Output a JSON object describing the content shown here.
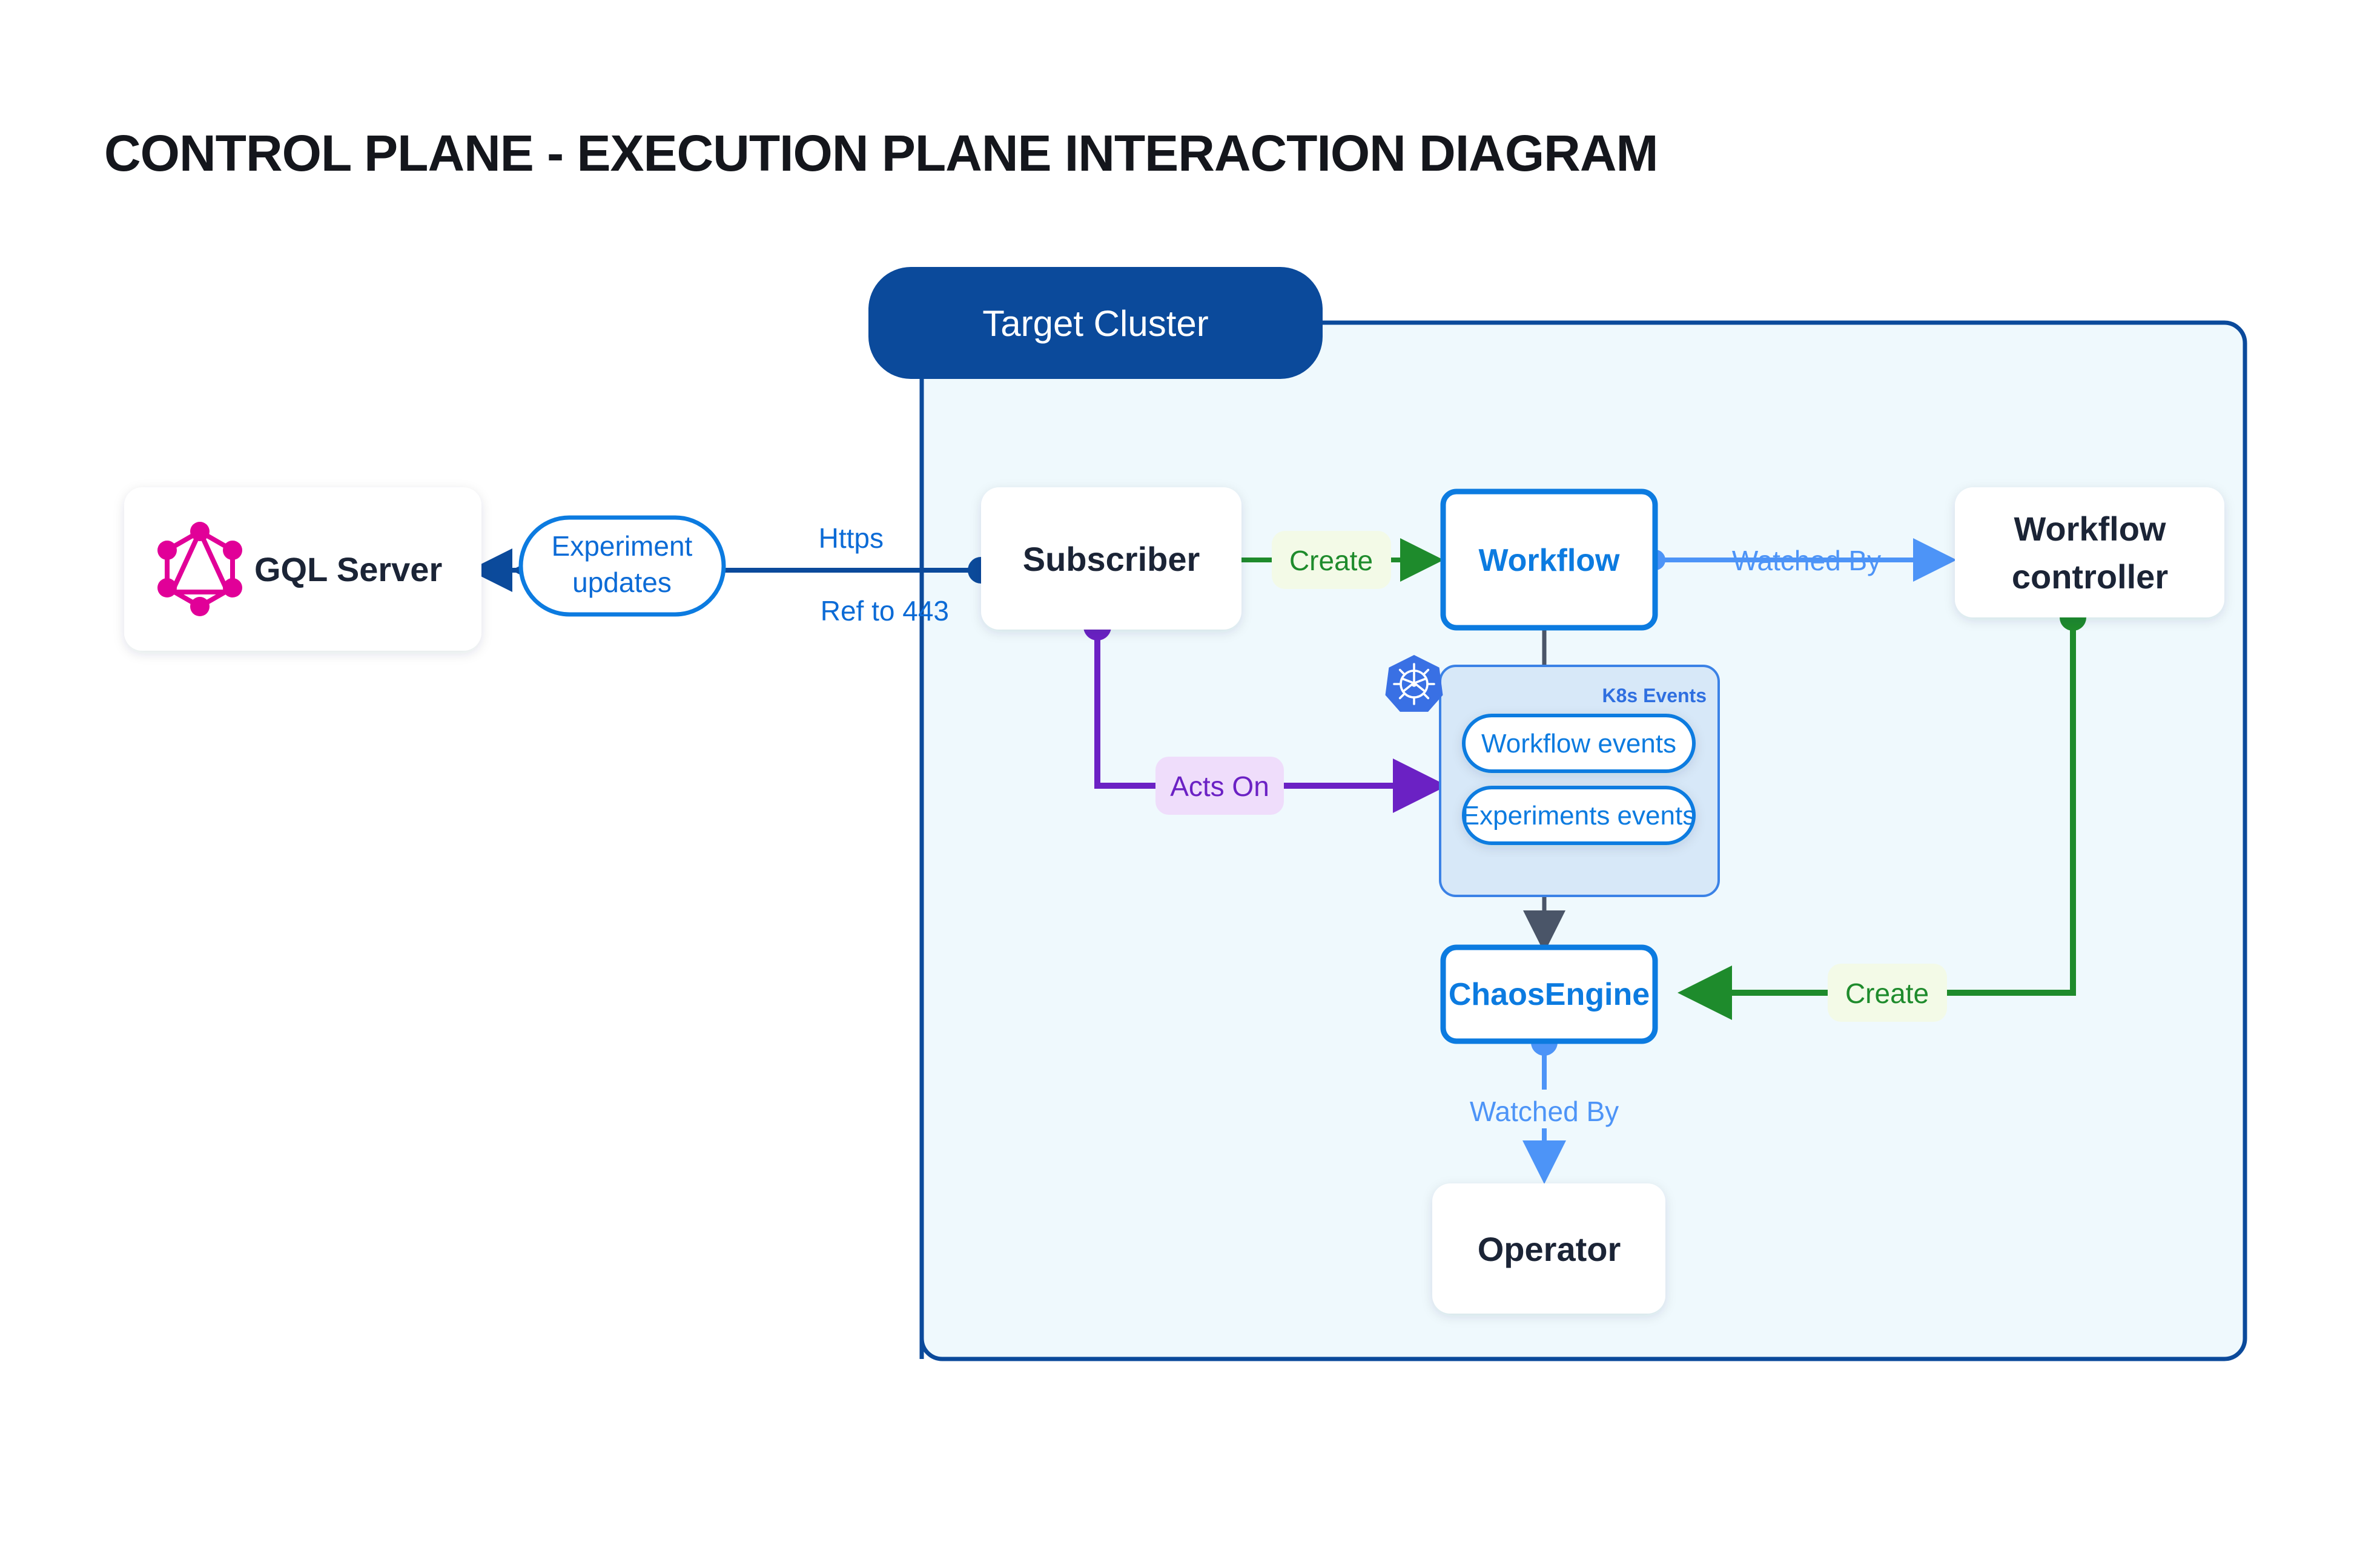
{
  "page": {
    "title": "CONTROL PLANE - EXECUTION PLANE INTERACTION DIAGRAM",
    "background": "#ffffff"
  },
  "colors": {
    "cluster_fill": "#EFF9FD",
    "cluster_border": "#0B4A9B",
    "cluster_header_fill": "#0B4A9B",
    "cluster_header_text": "#ffffff",
    "node_dark_text": "#1b2436",
    "node_blue_text": "#0C7BE0",
    "node_blue_border": "#0C7BE0",
    "edge_navy": "#0B4A9B",
    "edge_blue": "#0C7BE0",
    "edge_light_blue": "#4D94F7",
    "edge_green": "#1E8B2C",
    "edge_purple": "#6B21C4",
    "edge_gray": "#4A5568",
    "label_green_bg": "#F3FAE7",
    "label_purple_bg": "#EFDDFB",
    "k8s_panel_fill": "#D7E8F8",
    "k8s_panel_border": "#3B82E6",
    "k8s_logo": "#3970E4",
    "graphql_logo": "#E10098"
  },
  "cluster": {
    "header_label": "Target Cluster",
    "name": "target-cluster"
  },
  "nodes": [
    {
      "id": "gql-server",
      "label": "GQL Server",
      "style": "plain",
      "icon": "graphql-logo"
    },
    {
      "id": "subscriber",
      "label": "Subscriber",
      "style": "plain",
      "icon": null
    },
    {
      "id": "workflow",
      "label": "Workflow",
      "style": "blue",
      "icon": null
    },
    {
      "id": "workflow-controller",
      "label_line1": "Workflow",
      "label_line2": "controller",
      "style": "plain",
      "icon": null
    },
    {
      "id": "chaosengine",
      "label": "ChaosEngine",
      "style": "blue",
      "icon": null
    },
    {
      "id": "operator",
      "label": "Operator",
      "style": "plain",
      "icon": null
    }
  ],
  "k8s_panel": {
    "tag": "K8s Events",
    "icon": "kubernetes-logo",
    "pills": [
      {
        "id": "workflow-events",
        "label": "Workflow events"
      },
      {
        "id": "experiments-events",
        "label": "Experiments events"
      }
    ]
  },
  "edge_labels": {
    "experiment_updates_line1": "Experiment",
    "experiment_updates_line2": "updates",
    "https": "Https",
    "ref_to_443": "Ref to 443",
    "create_workflow": "Create",
    "watched_by_controller": "Watched By",
    "acts_on": "Acts On",
    "create_chaosengine": "Create",
    "watched_by_operator": "Watched By"
  }
}
